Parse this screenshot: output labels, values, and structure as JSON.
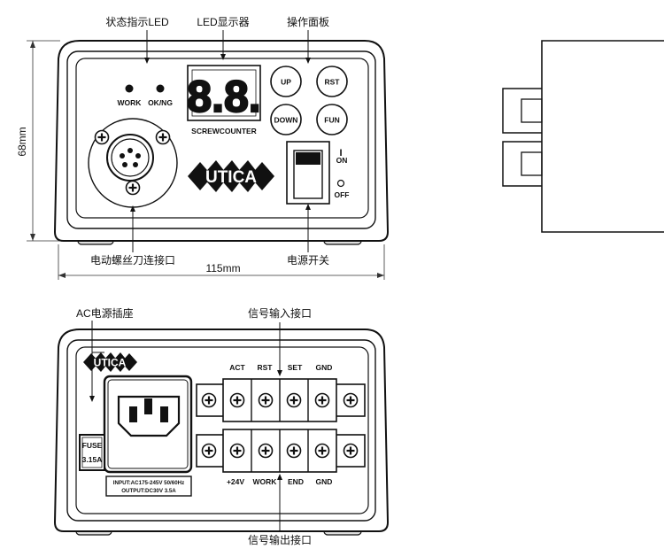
{
  "front": {
    "label_status_led": "状态指示LED",
    "label_led_display": "LED显示器",
    "label_panel": "操作面板",
    "led_work": "WORK",
    "led_okng": "OK/NG",
    "digits": "8.8.",
    "screwcounter": "SCREWCOUNTER",
    "btn_up": "UP",
    "btn_rst": "RST",
    "btn_down": "DOWN",
    "btn_fun": "FUN",
    "switch_on_mark": "I",
    "switch_on": "ON",
    "switch_off": "OFF",
    "logo": "UTICA",
    "label_connector": "电动螺丝刀连接口",
    "label_power_switch": "电源开关",
    "dim_height": "68mm",
    "dim_width": "115mm"
  },
  "back": {
    "label_ac_socket": "AC电源插座",
    "label_signal_in": "信号输入接口",
    "label_signal_out": "信号输出接口",
    "logo": "UTICA",
    "fuse_line1": "FUSE",
    "fuse_line2": "3.15A",
    "rating_line1": "INPUT:AC175-245V 50/60Hz",
    "rating_line2": "OUTPUT:DC30V 3.5A",
    "top_terms": [
      "ACT",
      "RST",
      "SET",
      "GND"
    ],
    "bottom_terms": [
      "+24V",
      "WORK",
      "END",
      "GND"
    ]
  }
}
